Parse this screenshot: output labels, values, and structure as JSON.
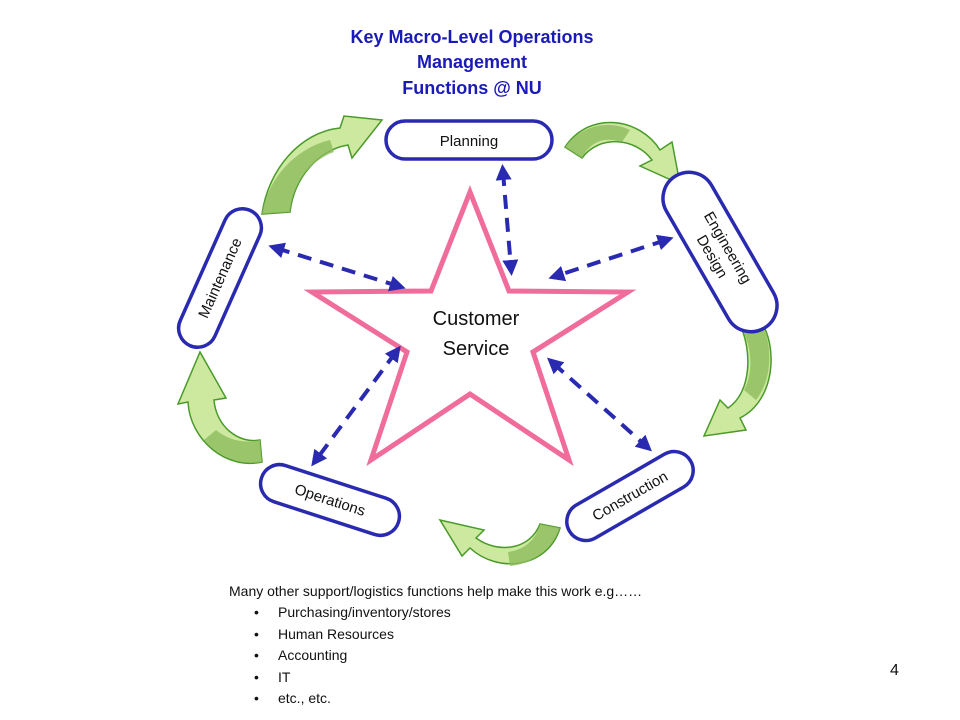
{
  "title": {
    "line1": "Key Macro-Level Operations",
    "line2": "Management",
    "line3": "Functions @ NU"
  },
  "center": {
    "line1": "Customer",
    "line2": "Service"
  },
  "nodes": {
    "planning": "Planning",
    "engineering_line1": "Engineering",
    "engineering_line2": "Design",
    "construction": "Construction",
    "operations": "Operations",
    "maintenance": "Maintenance"
  },
  "support": {
    "intro": "Many other support/logistics functions help make this work e.g……",
    "items": [
      "Purchasing/inventory/stores",
      "Human Resources",
      "Accounting",
      "IT",
      "etc., etc."
    ]
  },
  "page_number": "4",
  "colors": {
    "title": "#1a1ab8",
    "node_border": "#2a2ab0",
    "star": "#f06c9b",
    "dashed_arrow": "#2a2ab0",
    "arrow_light": "#d6f2a8",
    "arrow_dark": "#8fbc5e",
    "arrow_outline": "#4a9a2a"
  }
}
